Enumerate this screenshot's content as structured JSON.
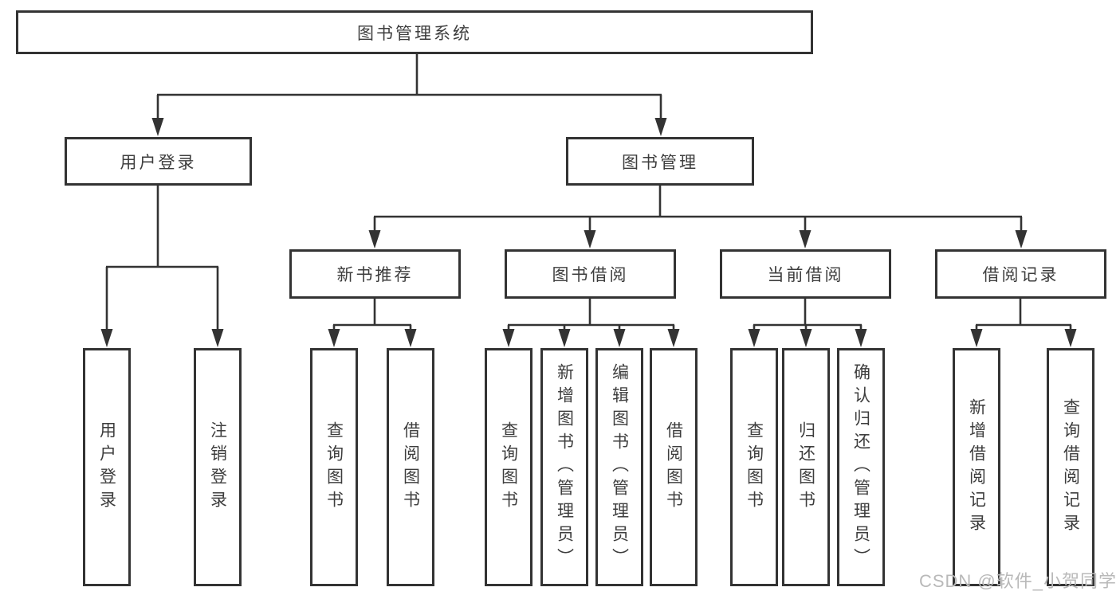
{
  "diagram": {
    "root": {
      "label": "图书管理系统"
    },
    "level2": {
      "user_login": {
        "label": "用户登录"
      },
      "book_management": {
        "label": "图书管理"
      }
    },
    "level3": {
      "new_book_recommend": {
        "label": "新书推荐"
      },
      "book_borrow": {
        "label": "图书借阅"
      },
      "current_borrow": {
        "label": "当前借阅"
      },
      "borrow_records": {
        "label": "借阅记录"
      }
    },
    "leaves": {
      "user_login": {
        "login": "用户登录",
        "logout": "注销登录"
      },
      "new_book_recommend": {
        "query": "查询图书",
        "borrow": "借阅图书"
      },
      "book_borrow": {
        "query": "查询图书",
        "add": "新增图书（管理员）",
        "edit": "编辑图书（管理员）",
        "borrow": "借阅图书"
      },
      "current_borrow": {
        "query": "查询图书",
        "return": "归还图书",
        "confirm": "确认归还（管理员）"
      },
      "borrow_records": {
        "add": "新增借阅记录",
        "query": "查询借阅记录"
      }
    }
  },
  "watermark": {
    "text": "CSDN @软件_小贺同学"
  },
  "colors": {
    "line": "#333333",
    "box_border": "#333333",
    "text": "#3d3d3d",
    "watermark": "#b9b9b9",
    "background": "#ffffff"
  }
}
